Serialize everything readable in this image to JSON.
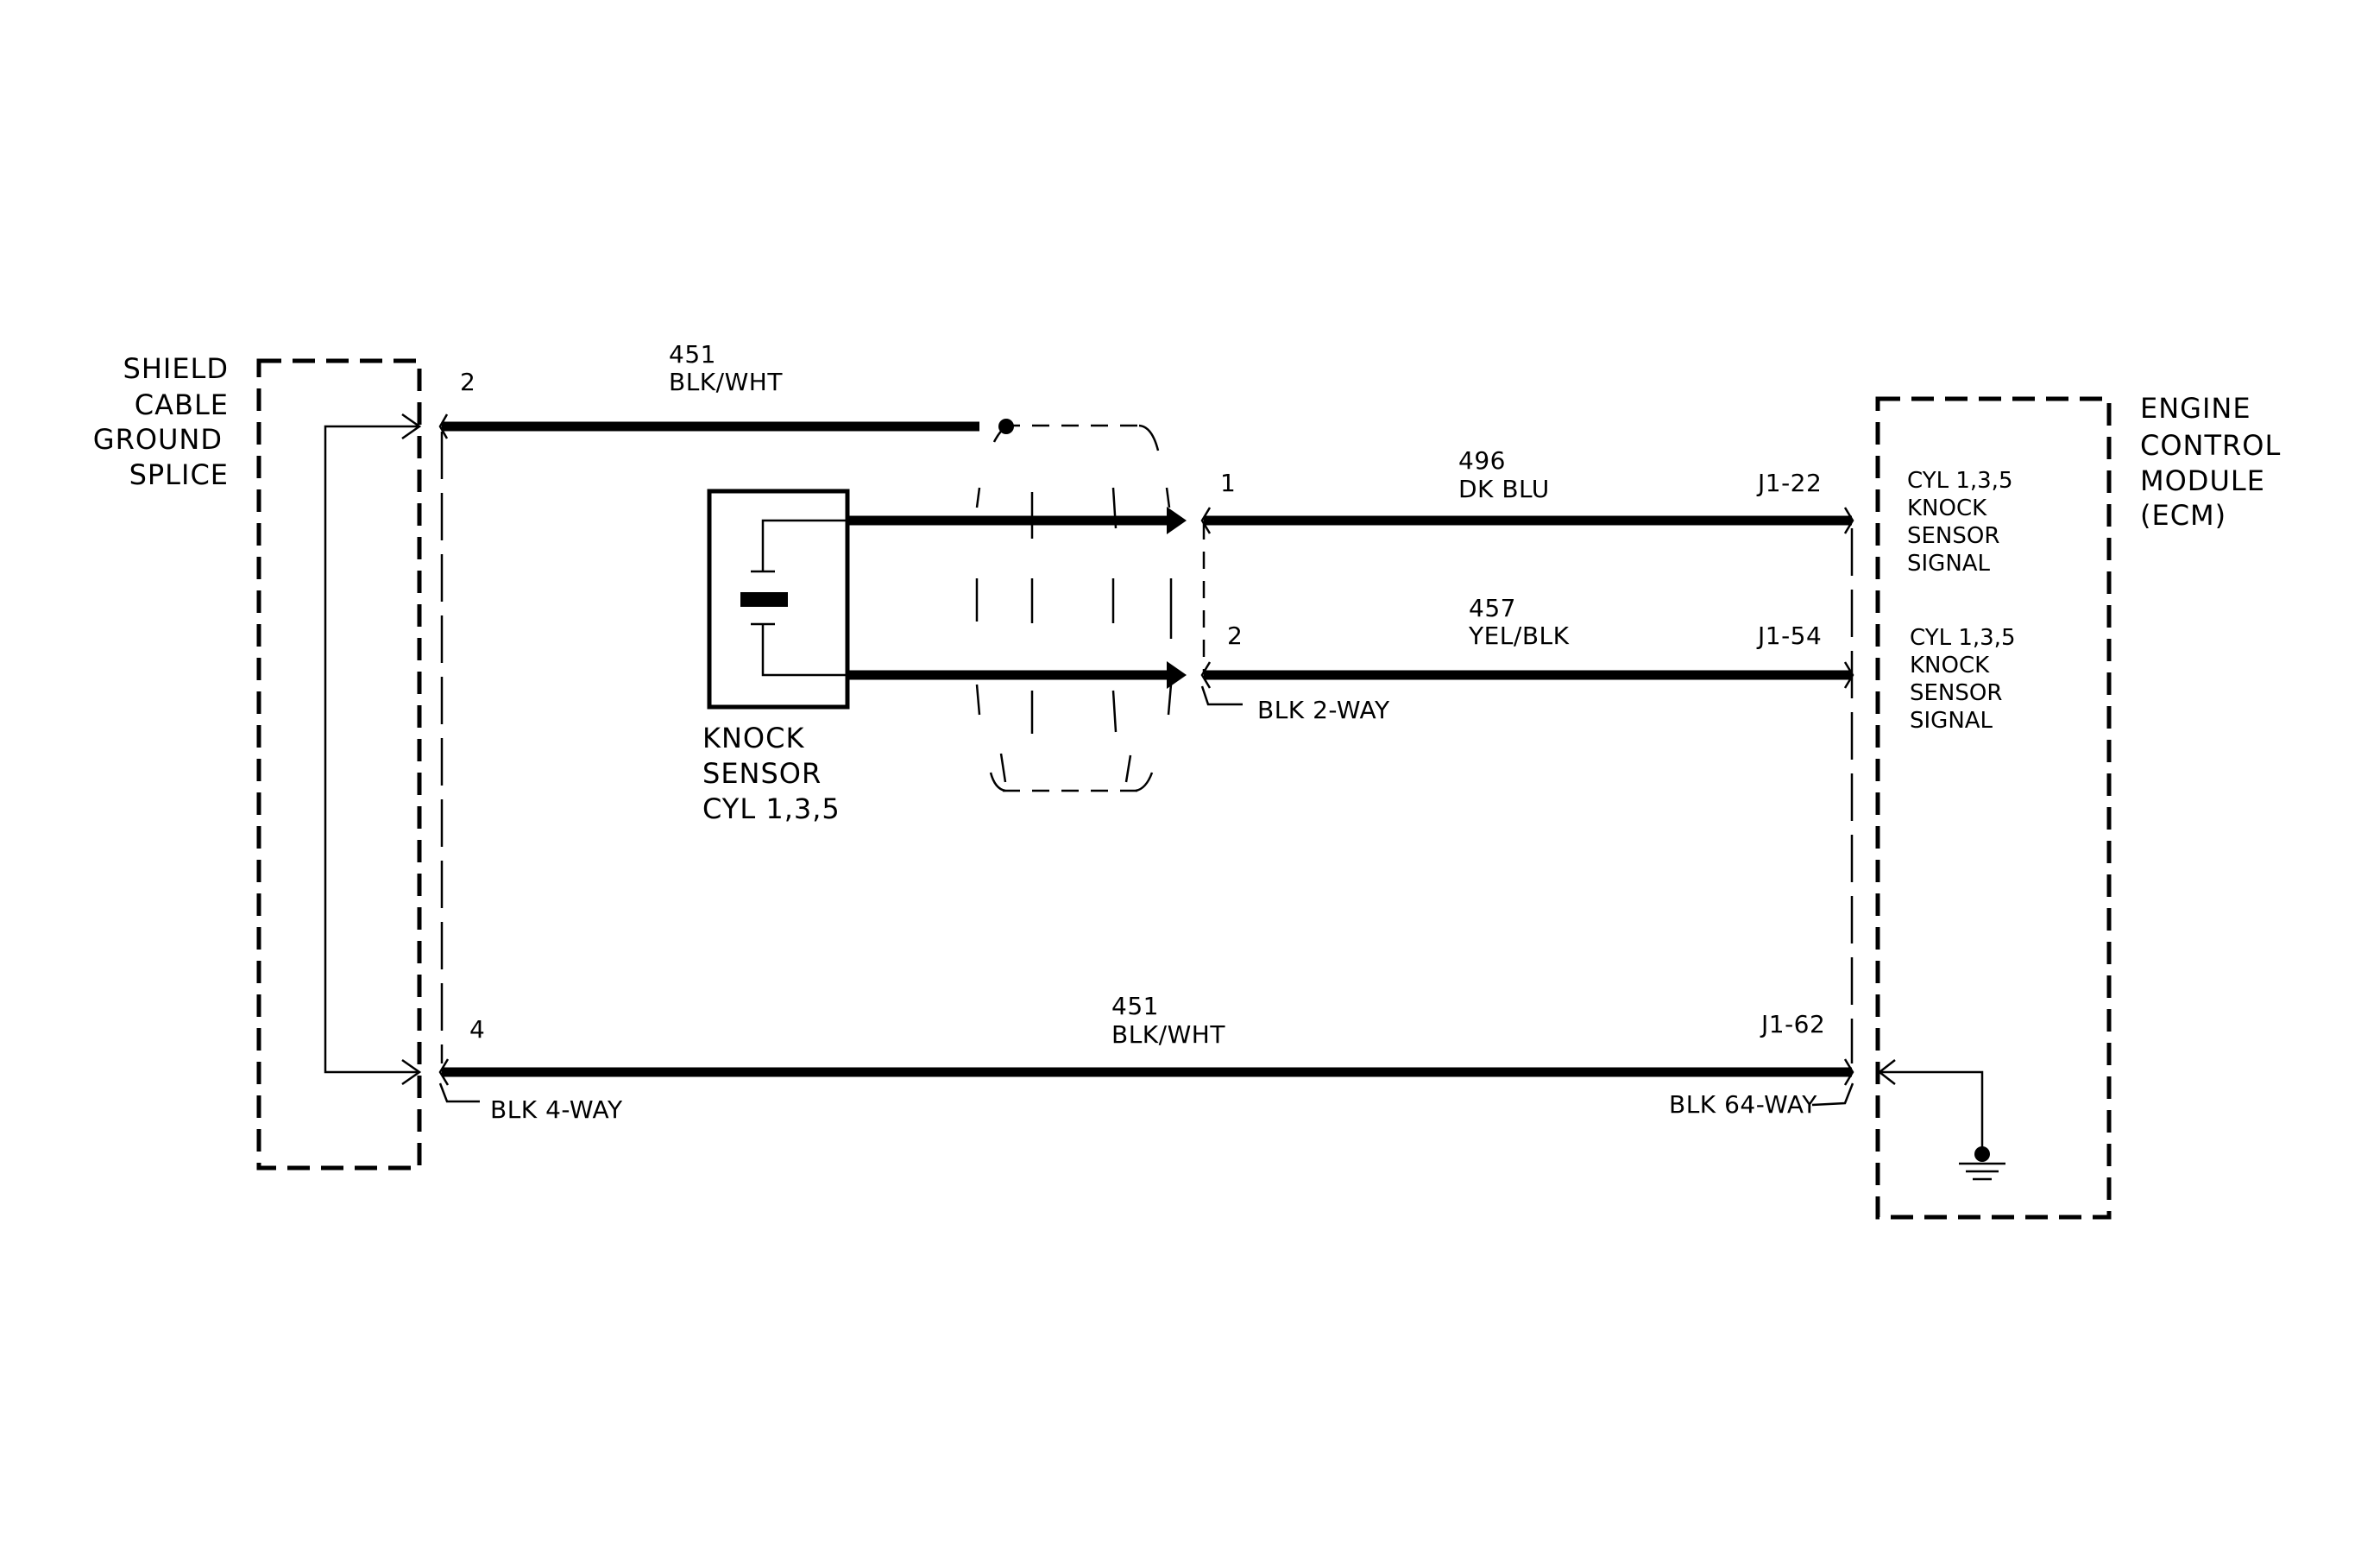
{
  "colors": {
    "ink": "#000000",
    "background": "#ffffff"
  },
  "shield_splice": {
    "lines": [
      "SHIELD",
      "CABLE",
      "GROUND",
      "SPLICE"
    ]
  },
  "ecm": {
    "lines": [
      "ENGINE",
      "CONTROL",
      "MODULE",
      "(ECM)"
    ],
    "pin_functions": [
      {
        "pin": "J1-22",
        "lines": [
          "CYL 1,3,5",
          "KNOCK",
          "SENSOR",
          "SIGNAL"
        ]
      },
      {
        "pin": "J1-54",
        "lines": [
          "CYL 1,3,5",
          "KNOCK",
          "SENSOR",
          "SIGNAL"
        ]
      }
    ]
  },
  "knock_sensor": {
    "lines": [
      "KNOCK",
      "SENSOR",
      "CYL 1,3,5"
    ]
  },
  "wires": {
    "top_shield": {
      "circuit": "451",
      "color": "BLK/WHT",
      "cavity": "2"
    },
    "signal_1": {
      "circuit": "496",
      "color": "DK BLU",
      "cavity": "1",
      "ecm_pin": "J1-22"
    },
    "signal_2": {
      "circuit": "457",
      "color": "YEL/BLK",
      "cavity": "2",
      "ecm_pin": "J1-54"
    },
    "bottom_shield": {
      "circuit": "451",
      "color": "BLK/WHT",
      "cavity": "4",
      "ecm_pin": "J1-62"
    }
  },
  "connectors": {
    "sensor_connector": "BLK 2-WAY",
    "splice_connector": "BLK 4-WAY",
    "ecm_connector": "BLK 64-WAY"
  },
  "icons": [
    "ground-icon",
    "piezo-element-icon",
    "arrow-terminal-icon"
  ]
}
